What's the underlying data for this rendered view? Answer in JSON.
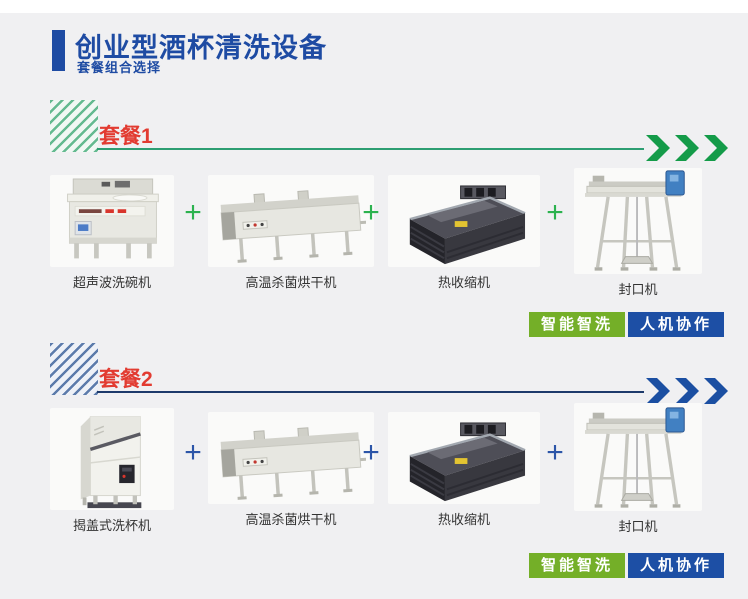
{
  "header": {
    "title": "创业型酒杯清洗设备",
    "subtitle": "套餐组合选择"
  },
  "plus_sign": "+",
  "packages": [
    {
      "name": "套餐1",
      "items": [
        {
          "label": "超声波洗碗机",
          "icon": "ultrasonic-dishwasher-image"
        },
        {
          "label": "高温杀菌烘干机",
          "icon": "sterilizing-dryer-image"
        },
        {
          "label": "热收缩机",
          "icon": "heat-shrink-machine-image"
        },
        {
          "label": "封口机",
          "icon": "sealing-machine-image"
        }
      ],
      "badges": [
        {
          "label": "智能智洗",
          "color": "#74af28"
        },
        {
          "label": "人机协作",
          "color": "#1d4fa5"
        }
      ],
      "theme": {
        "stripe": "#64ba90",
        "line": "#2d9e72",
        "chevron": "#149b49",
        "plus": "#2cb24f"
      }
    },
    {
      "name": "套餐2",
      "items": [
        {
          "label": "揭盖式洗杯机",
          "icon": "hood-type-cup-washer-image"
        },
        {
          "label": "高温杀菌烘干机",
          "icon": "sterilizing-dryer-image"
        },
        {
          "label": "热收缩机",
          "icon": "heat-shrink-machine-image"
        },
        {
          "label": "封口机",
          "icon": "sealing-machine-image"
        }
      ],
      "badges": [
        {
          "label": "智能智洗",
          "color": "#74af28"
        },
        {
          "label": "人机协作",
          "color": "#1d4fa5"
        }
      ],
      "theme": {
        "stripe": "#5c7bab",
        "line": "#1d3a6b",
        "chevron": "#1b4fa2",
        "plus": "#2c55a8"
      }
    }
  ],
  "colors": {
    "title_blue": "#1e4ba3",
    "package_name_red": "#e23b31",
    "background": "#f0f0f2"
  }
}
